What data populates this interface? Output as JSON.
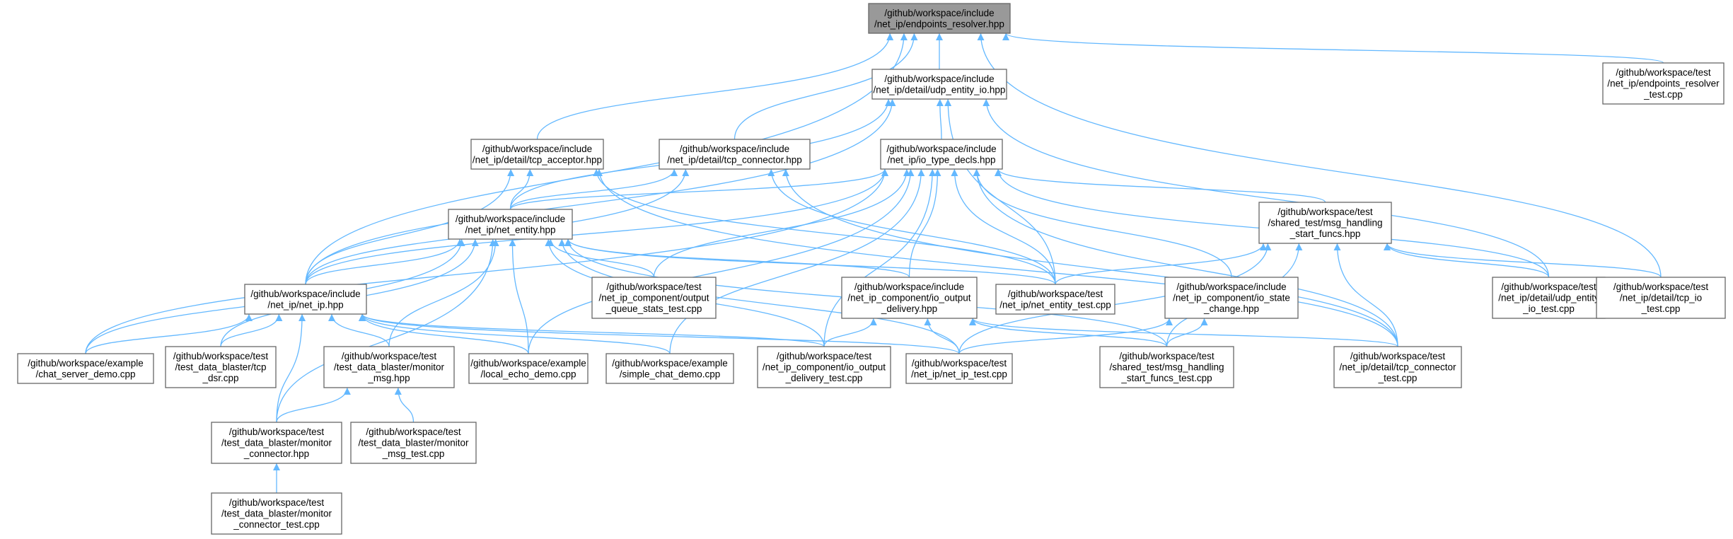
{
  "graph": {
    "edge_color": "#63b8ff",
    "node_border_color": "#666666",
    "root_fill_color": "#999999",
    "nodes": [
      {
        "id": "endpoints_resolver_hpp",
        "lines": [
          "/github/workspace/include",
          "/net_ip/endpoints_resolver.hpp"
        ],
        "root": true
      },
      {
        "id": "udp_entity_io_hpp",
        "lines": [
          "/github/workspace/include",
          "/net_ip/detail/udp_entity_io.hpp"
        ]
      },
      {
        "id": "endpoints_resolver_test_cpp",
        "lines": [
          "/github/workspace/test",
          "/net_ip/endpoints_resolver",
          "_test.cpp"
        ]
      },
      {
        "id": "tcp_acceptor_hpp",
        "lines": [
          "/github/workspace/include",
          "/net_ip/detail/tcp_acceptor.hpp"
        ]
      },
      {
        "id": "tcp_connector_hpp",
        "lines": [
          "/github/workspace/include",
          "/net_ip/detail/tcp_connector.hpp"
        ]
      },
      {
        "id": "io_type_decls_hpp",
        "lines": [
          "/github/workspace/include",
          "/net_ip/io_type_decls.hpp"
        ]
      },
      {
        "id": "net_entity_hpp",
        "lines": [
          "/github/workspace/include",
          "/net_ip/net_entity.hpp"
        ]
      },
      {
        "id": "msg_handling_start_funcs_hpp",
        "lines": [
          "/github/workspace/test",
          "/shared_test/msg_handling",
          "_start_funcs.hpp"
        ]
      },
      {
        "id": "net_ip_hpp",
        "lines": [
          "/github/workspace/include",
          "/net_ip/net_ip.hpp"
        ]
      },
      {
        "id": "output_queue_stats_test_cpp",
        "lines": [
          "/github/workspace/test",
          "/net_ip_component/output",
          "_queue_stats_test.cpp"
        ]
      },
      {
        "id": "io_output_delivery_hpp",
        "lines": [
          "/github/workspace/include",
          "/net_ip_component/io_output",
          "_delivery.hpp"
        ]
      },
      {
        "id": "net_entity_test_cpp",
        "lines": [
          "/github/workspace/test",
          "/net_ip/net_entity_test.cpp"
        ]
      },
      {
        "id": "io_state_change_hpp",
        "lines": [
          "/github/workspace/include",
          "/net_ip_component/io_state",
          "_change.hpp"
        ]
      },
      {
        "id": "udp_entity_io_test_cpp",
        "lines": [
          "/github/workspace/test",
          "/net_ip/detail/udp_entity",
          "_io_test.cpp"
        ]
      },
      {
        "id": "tcp_io_test_cpp",
        "lines": [
          "/github/workspace/test",
          "/net_ip/detail/tcp_io",
          "_test.cpp"
        ]
      },
      {
        "id": "chat_server_demo_cpp",
        "lines": [
          "/github/workspace/example",
          "/chat_server_demo.cpp"
        ]
      },
      {
        "id": "tcp_dsr_cpp",
        "lines": [
          "/github/workspace/test",
          "/test_data_blaster/tcp",
          "_dsr.cpp"
        ]
      },
      {
        "id": "monitor_msg_hpp",
        "lines": [
          "/github/workspace/test",
          "/test_data_blaster/monitor",
          "_msg.hpp"
        ]
      },
      {
        "id": "local_echo_demo_cpp",
        "lines": [
          "/github/workspace/example",
          "/local_echo_demo.cpp"
        ]
      },
      {
        "id": "simple_chat_demo_cpp",
        "lines": [
          "/github/workspace/example",
          "/simple_chat_demo.cpp"
        ]
      },
      {
        "id": "io_output_delivery_test_cpp",
        "lines": [
          "/github/workspace/test",
          "/net_ip_component/io_output",
          "_delivery_test.cpp"
        ]
      },
      {
        "id": "net_ip_test_cpp",
        "lines": [
          "/github/workspace/test",
          "/net_ip/net_ip_test.cpp"
        ]
      },
      {
        "id": "msg_handling_start_funcs_test_cpp",
        "lines": [
          "/github/workspace/test",
          "/shared_test/msg_handling",
          "_start_funcs_test.cpp"
        ]
      },
      {
        "id": "tcp_connector_test_cpp",
        "lines": [
          "/github/workspace/test",
          "/net_ip/detail/tcp_connector",
          "_test.cpp"
        ]
      },
      {
        "id": "monitor_connector_hpp",
        "lines": [
          "/github/workspace/test",
          "/test_data_blaster/monitor",
          "_connector.hpp"
        ]
      },
      {
        "id": "monitor_msg_test_cpp",
        "lines": [
          "/github/workspace/test",
          "/test_data_blaster/monitor",
          "_msg_test.cpp"
        ]
      },
      {
        "id": "monitor_connector_test_cpp",
        "lines": [
          "/github/workspace/test",
          "/test_data_blaster/monitor",
          "_connector_test.cpp"
        ]
      }
    ],
    "edges": [
      [
        "udp_entity_io_hpp",
        "endpoints_resolver_hpp"
      ],
      [
        "endpoints_resolver_test_cpp",
        "endpoints_resolver_hpp"
      ],
      [
        "tcp_acceptor_hpp",
        "endpoints_resolver_hpp"
      ],
      [
        "tcp_connector_hpp",
        "endpoints_resolver_hpp"
      ],
      [
        "net_ip_hpp",
        "endpoints_resolver_hpp"
      ],
      [
        "tcp_io_test_cpp",
        "endpoints_resolver_hpp"
      ],
      [
        "io_type_decls_hpp",
        "udp_entity_io_hpp"
      ],
      [
        "net_entity_hpp",
        "udp_entity_io_hpp"
      ],
      [
        "net_ip_hpp",
        "udp_entity_io_hpp"
      ],
      [
        "net_entity_test_cpp",
        "udp_entity_io_hpp"
      ],
      [
        "udp_entity_io_test_cpp",
        "udp_entity_io_hpp"
      ],
      [
        "net_entity_hpp",
        "tcp_acceptor_hpp"
      ],
      [
        "net_ip_hpp",
        "tcp_acceptor_hpp"
      ],
      [
        "net_entity_test_cpp",
        "tcp_acceptor_hpp"
      ],
      [
        "tcp_connector_test_cpp",
        "tcp_acceptor_hpp"
      ],
      [
        "net_entity_hpp",
        "tcp_connector_hpp"
      ],
      [
        "net_ip_hpp",
        "tcp_connector_hpp"
      ],
      [
        "net_entity_test_cpp",
        "tcp_connector_hpp"
      ],
      [
        "tcp_connector_test_cpp",
        "tcp_connector_hpp"
      ],
      [
        "net_entity_hpp",
        "io_type_decls_hpp"
      ],
      [
        "net_ip_hpp",
        "io_type_decls_hpp"
      ],
      [
        "msg_handling_start_funcs_hpp",
        "io_type_decls_hpp"
      ],
      [
        "output_queue_stats_test_cpp",
        "io_type_decls_hpp"
      ],
      [
        "io_output_delivery_hpp",
        "io_type_decls_hpp"
      ],
      [
        "net_entity_test_cpp",
        "io_type_decls_hpp"
      ],
      [
        "io_state_change_hpp",
        "io_type_decls_hpp"
      ],
      [
        "udp_entity_io_test_cpp",
        "io_type_decls_hpp"
      ],
      [
        "chat_server_demo_cpp",
        "io_type_decls_hpp"
      ],
      [
        "local_echo_demo_cpp",
        "io_type_decls_hpp"
      ],
      [
        "simple_chat_demo_cpp",
        "io_type_decls_hpp"
      ],
      [
        "io_output_delivery_test_cpp",
        "io_type_decls_hpp"
      ],
      [
        "tcp_connector_test_cpp",
        "io_type_decls_hpp"
      ],
      [
        "net_ip_hpp",
        "net_entity_hpp"
      ],
      [
        "output_queue_stats_test_cpp",
        "net_entity_hpp"
      ],
      [
        "io_output_delivery_hpp",
        "net_entity_hpp"
      ],
      [
        "net_entity_test_cpp",
        "net_entity_hpp"
      ],
      [
        "chat_server_demo_cpp",
        "net_entity_hpp"
      ],
      [
        "tcp_dsr_cpp",
        "net_entity_hpp"
      ],
      [
        "monitor_msg_hpp",
        "net_entity_hpp"
      ],
      [
        "local_echo_demo_cpp",
        "net_entity_hpp"
      ],
      [
        "io_output_delivery_test_cpp",
        "net_entity_hpp"
      ],
      [
        "net_ip_test_cpp",
        "net_entity_hpp"
      ],
      [
        "msg_handling_start_funcs_test_cpp",
        "net_entity_hpp"
      ],
      [
        "monitor_connector_hpp",
        "net_entity_hpp"
      ],
      [
        "net_entity_test_cpp",
        "msg_handling_start_funcs_hpp"
      ],
      [
        "udp_entity_io_test_cpp",
        "msg_handling_start_funcs_hpp"
      ],
      [
        "tcp_io_test_cpp",
        "msg_handling_start_funcs_hpp"
      ],
      [
        "net_ip_test_cpp",
        "msg_handling_start_funcs_hpp"
      ],
      [
        "msg_handling_start_funcs_test_cpp",
        "msg_handling_start_funcs_hpp"
      ],
      [
        "tcp_connector_test_cpp",
        "msg_handling_start_funcs_hpp"
      ],
      [
        "chat_server_demo_cpp",
        "net_ip_hpp"
      ],
      [
        "tcp_dsr_cpp",
        "net_ip_hpp"
      ],
      [
        "monitor_msg_hpp",
        "net_ip_hpp"
      ],
      [
        "local_echo_demo_cpp",
        "net_ip_hpp"
      ],
      [
        "simple_chat_demo_cpp",
        "net_ip_hpp"
      ],
      [
        "io_output_delivery_test_cpp",
        "net_ip_hpp"
      ],
      [
        "net_ip_test_cpp",
        "net_ip_hpp"
      ],
      [
        "monitor_connector_hpp",
        "net_ip_hpp"
      ],
      [
        "io_output_delivery_test_cpp",
        "io_output_delivery_hpp"
      ],
      [
        "net_ip_test_cpp",
        "io_output_delivery_hpp"
      ],
      [
        "msg_handling_start_funcs_test_cpp",
        "io_output_delivery_hpp"
      ],
      [
        "tcp_connector_test_cpp",
        "io_output_delivery_hpp"
      ],
      [
        "net_ip_test_cpp",
        "io_state_change_hpp"
      ],
      [
        "msg_handling_start_funcs_test_cpp",
        "io_state_change_hpp"
      ],
      [
        "monitor_connector_hpp",
        "monitor_msg_hpp"
      ],
      [
        "monitor_msg_test_cpp",
        "monitor_msg_hpp"
      ],
      [
        "monitor_connector_test_cpp",
        "monitor_connector_hpp"
      ]
    ]
  }
}
